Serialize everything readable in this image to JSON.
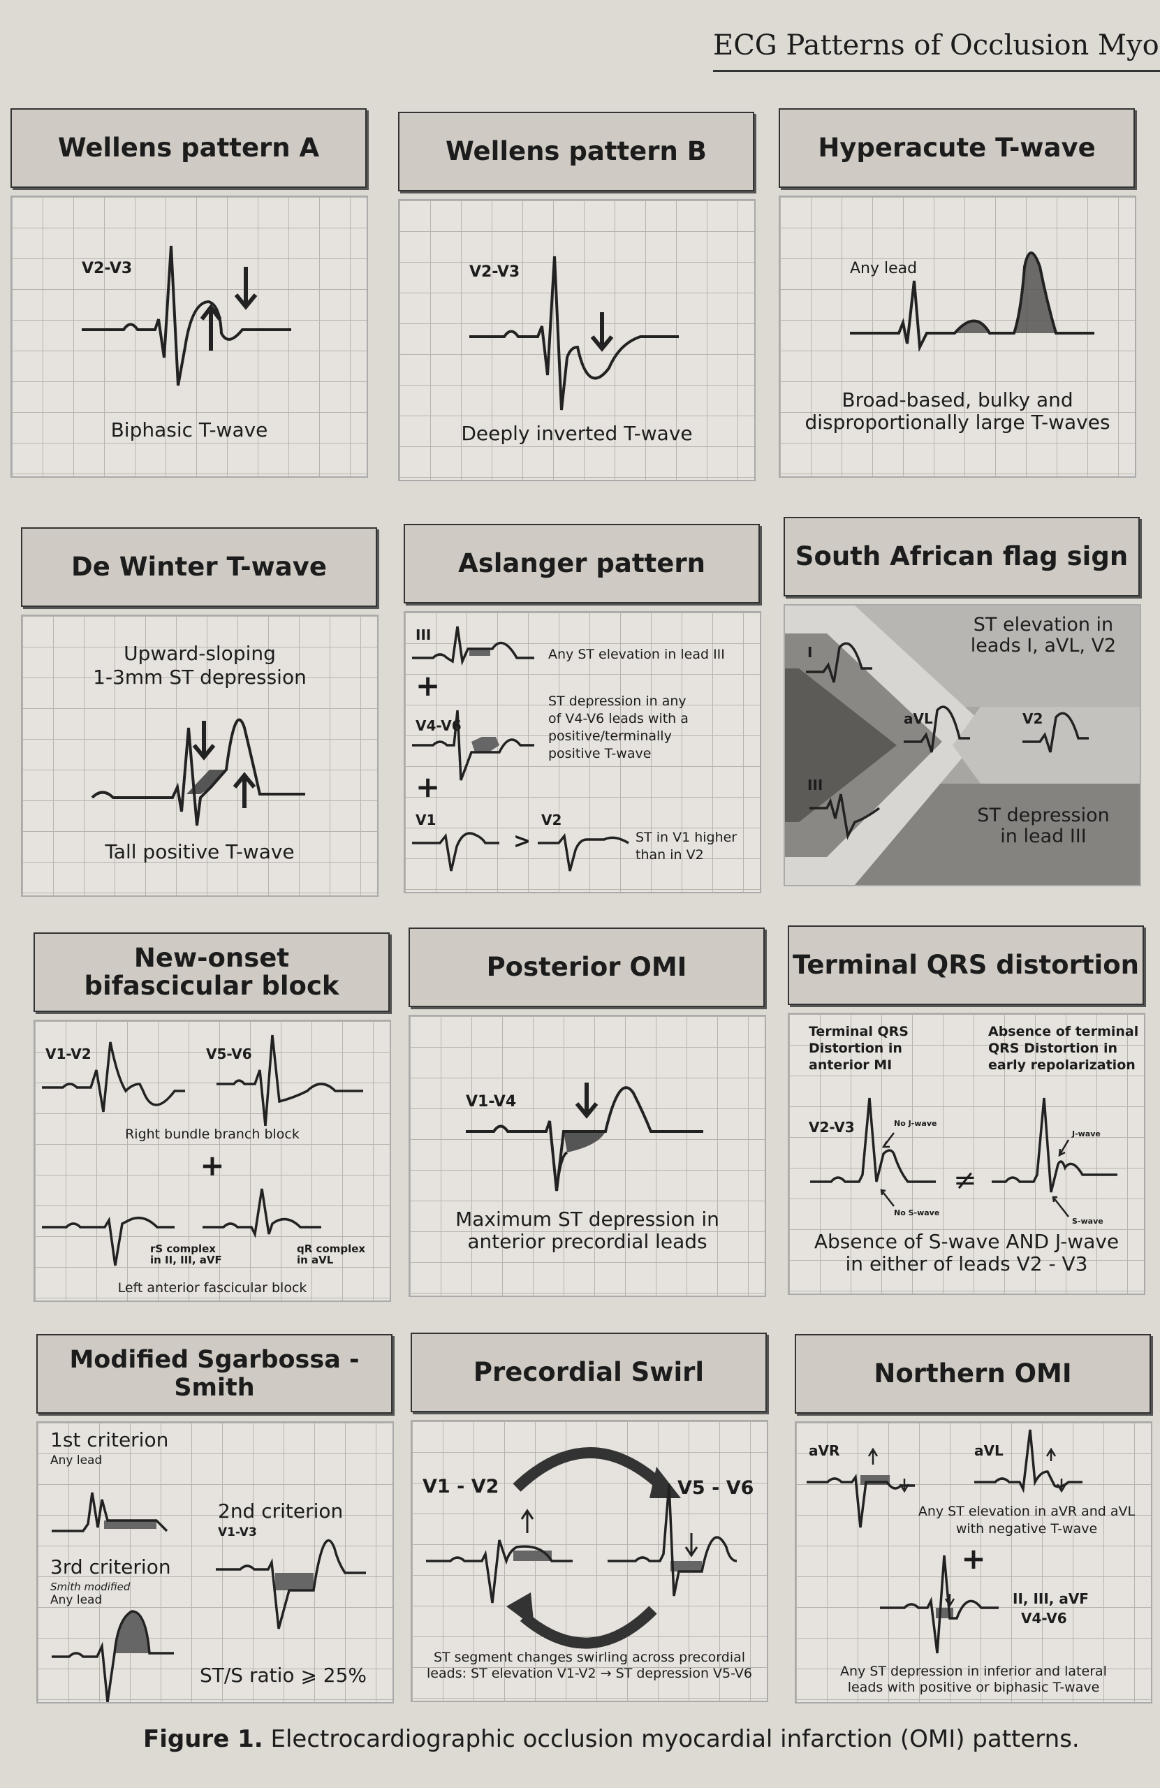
{
  "running_head": "ECG Patterns of Occlusion Myocard",
  "panels": {
    "wellens_a": {
      "title": "Wellens pattern A",
      "lead": "V2-V3",
      "caption": "Biphasic T-wave"
    },
    "wellens_b": {
      "title": "Wellens pattern B",
      "lead": "V2-V3",
      "caption": "Deeply inverted T-wave"
    },
    "hyperacute": {
      "title": "Hyperacute T-wave",
      "lead": "Any lead",
      "caption_line1": "Broad-based, bulky and",
      "caption_line2": "disproportionally large T-waves"
    },
    "de_winter": {
      "title": "De Winter T-wave",
      "top_line1": "Upward-sloping",
      "top_line2": "1-3mm ST depression",
      "bottom": "Tall positive T-wave"
    },
    "aslanger": {
      "title": "Aslanger pattern",
      "lead_iii": "III",
      "note_iii": "Any ST elevation in lead III",
      "plus": "+",
      "lead_v4v6": "V4-V6",
      "note_v4v6_1": "ST depression in any",
      "note_v4v6_2": "of V4-V6 leads with a",
      "note_v4v6_3": "positive/terminally",
      "note_v4v6_4": "positive T-wave",
      "lead_v1": "V1",
      "lead_v2": "V2",
      "chevron": ">",
      "note_v1_1": "ST in V1 higher",
      "note_v1_2": "than in V2"
    },
    "south_african": {
      "title": "South African flag sign",
      "lead_i": "I",
      "lead_avl": "aVL",
      "lead_v2": "V2",
      "lead_iii": "III",
      "top_1": "ST elevation in",
      "top_2": "leads I, aVL, V2",
      "bottom_1": "ST depression",
      "bottom_2": "in lead III"
    },
    "bifascicular": {
      "title_line1": "New-onset",
      "title_line2": "bifascicular block",
      "lead_v1v2": "V1-V2",
      "lead_v5v6": "V5-V6",
      "rbbb": "Right bundle branch block",
      "plus": "+",
      "rs_1": "rS complex",
      "rs_2": "in II, III, aVF",
      "qr_1": "qR complex",
      "qr_2": "in aVL",
      "lafb": "Left anterior fascicular block"
    },
    "posterior": {
      "title": "Posterior OMI",
      "lead": "V1-V4",
      "caption_1": "Maximum ST depression in",
      "caption_2": "anterior precordial leads"
    },
    "terminal_qrs": {
      "title": "Terminal QRS distortion",
      "left_1": "Terminal QRS",
      "left_2": "Distortion in",
      "left_3": "anterior MI",
      "right_1": "Absence of terminal",
      "right_2": "QRS Distortion in",
      "right_3": "early repolarization",
      "lead": "V2-V3",
      "no_j": "No J-wave",
      "no_s": "No S-wave",
      "j_wave": "J-wave",
      "s_wave": "S-wave",
      "neq": "≠",
      "caption_1": "Absence of S-wave AND J-wave",
      "caption_2": "in either of leads V2 - V3"
    },
    "sgarbossa": {
      "title": "Modified Sgarbossa - Smith",
      "c1": "1st criterion",
      "c1_sub": "Any lead",
      "c2": "2nd criterion",
      "c2_sub": "V1-V3",
      "c3": "3rd criterion",
      "c3_sub1": "Smith modified",
      "c3_sub2": "Any lead",
      "ratio": "ST/S ratio ⩾ 25%"
    },
    "swirl": {
      "title": "Precordial Swirl",
      "lead_left": "V1 - V2",
      "lead_right": "V5 - V6",
      "caption_1": "ST segment changes swirling across precordial",
      "caption_2": "leads: ST elevation V1-V2 → ST depression V5-V6"
    },
    "northern": {
      "title": "Northern OMI",
      "lead_avr": "aVR",
      "lead_avl": "aVL",
      "note_1": "Any ST elevation in aVR and aVL",
      "note_2": "with negative T-wave",
      "plus": "+",
      "leads_1": "II, III, aVF",
      "leads_2": "V4-V6",
      "caption_1": "Any ST depression in inferior and lateral",
      "caption_2": "leads with positive or biphasic T-wave"
    }
  },
  "figure_caption": {
    "label": "Figure 1.",
    "text": " Electrocardiographic occlusion myocardial infarction (OMI) patterns."
  }
}
